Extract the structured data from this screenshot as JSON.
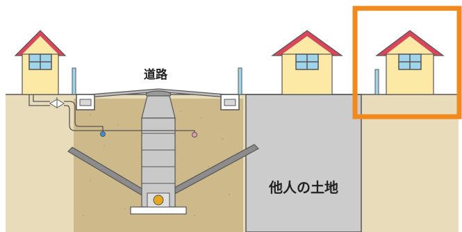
{
  "labels": {
    "road": "道路",
    "other_land": "他人の土地"
  },
  "colors": {
    "house_wall": "#fce9a6",
    "roof": "#d7465a",
    "window": "#9fd4ea",
    "soil": "#e9dcbb",
    "trench": "#cdb98a",
    "other_land": "#cccccc",
    "highlight": "#f08a1e",
    "pipe": "#8c8c8c",
    "manhole": "#c9c9c9"
  },
  "icons": {
    "house": "house-icon",
    "valve": "valve-icon",
    "highlight": "highlight-frame"
  }
}
